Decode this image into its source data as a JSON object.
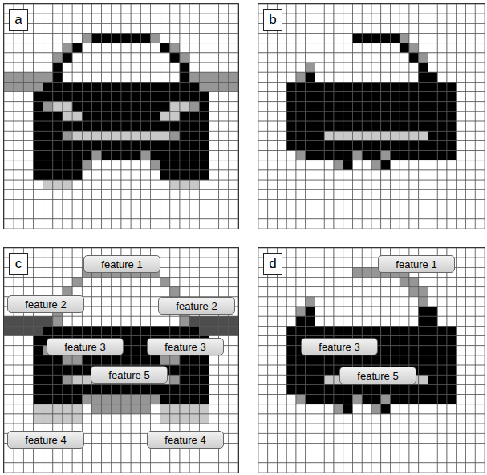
{
  "diagram": {
    "nodes": [
      {
        "text": [
          "a"
        ]
      },
      {
        "text": [
          "b"
        ]
      },
      {
        "text": [
          "c"
        ]
      },
      {
        "text": [
          "feature 1"
        ],
        "in": 2
      },
      {
        "text": [
          "feature 2"
        ],
        "in": 2
      },
      {
        "text": [
          "feature 2"
        ],
        "in": 2
      },
      {
        "text": [
          "feature 3"
        ],
        "in": 2
      },
      {
        "text": [
          "feature 3"
        ],
        "in": 2
      },
      {
        "text": [
          "feature 5"
        ],
        "in": 2
      },
      {
        "text": [
          "feature 4"
        ],
        "in": 2
      },
      {
        "text": [
          "feature 4"
        ],
        "in": 2
      },
      {
        "text": [
          "d"
        ]
      },
      {
        "text": [
          "feature 1"
        ],
        "in": 11
      },
      {
        "text": [
          "feature 3"
        ],
        "in": 11
      },
      {
        "text": [
          "feature 5"
        ],
        "in": 11
      }
    ]
  }
}
